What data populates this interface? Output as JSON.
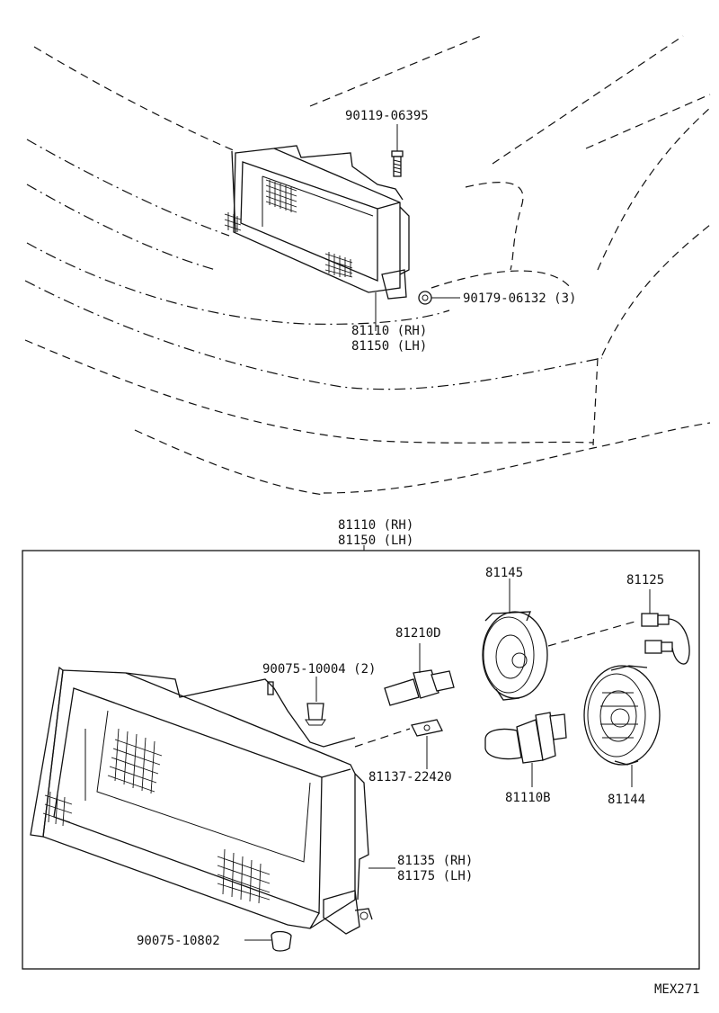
{
  "labels": {
    "bolt": "90119-06395",
    "nut": "90179-06132 (3)",
    "headlamp_rh_top": "81110 (RH)",
    "headlamp_lh_top": "81150 (LH)",
    "headlamp_rh_box": "81110 (RH)",
    "headlamp_lh_box": "81150 (LH)",
    "socket_81145": "81145",
    "connector_81125": "81125",
    "bulb_81210d": "81210D",
    "clip_90075_10004": "90075-10004 (2)",
    "nut_81137": "81137-22420",
    "bulb_81110b": "81110B",
    "cover_81144": "81144",
    "housing_rh": "81135 (RH)",
    "housing_lh": "81175 (LH)",
    "clip_90075_10802": "90075-10802"
  },
  "code": "MEX271"
}
